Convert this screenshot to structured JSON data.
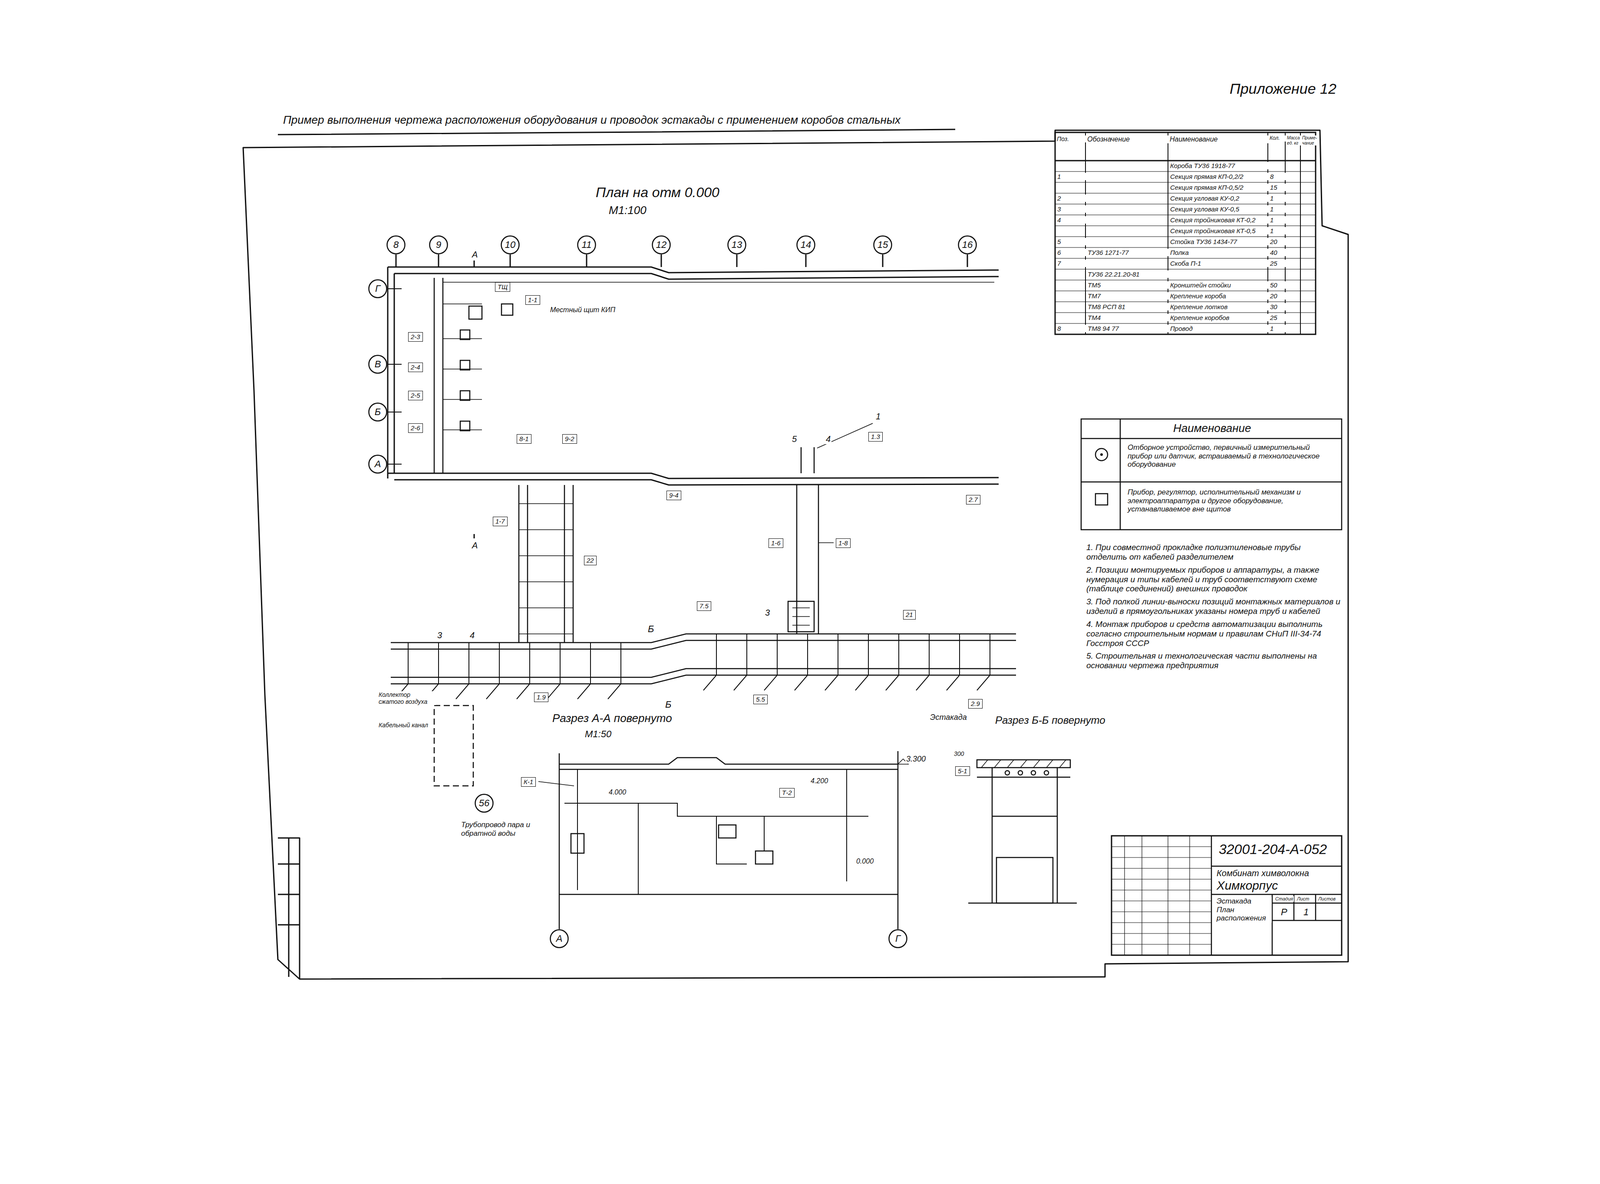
{
  "diagram": {
    "title": "Пример выполнения чертежа расположения оборудования и проводок эстакады с применением коробов стальных",
    "nodes": [
      {
        "text": [
          "8"
        ]
      },
      {
        "text": [
          "9"
        ]
      },
      {
        "text": [
          "10"
        ]
      },
      {
        "text": [
          "11"
        ]
      },
      {
        "text": [
          "12"
        ]
      },
      {
        "text": [
          "13"
        ]
      },
      {
        "text": [
          "14"
        ]
      },
      {
        "text": [
          "15"
        ]
      },
      {
        "text": [
          "16"
        ]
      },
      {
        "text": [
          "Г"
        ]
      },
      {
        "text": [
          "В"
        ]
      },
      {
        "text": [
          "Б"
        ]
      },
      {
        "text": [
          "А"
        ]
      },
      {
        "text": [
          "56"
        ]
      },
      {
        "text": [
          "А"
        ]
      },
      {
        "text": [
          "Г"
        ]
      },
      {
        "text": [
          "1-1"
        ]
      },
      {
        "text": [
          "ТЩ"
        ]
      },
      {
        "text": [
          "2-3"
        ]
      },
      {
        "text": [
          "2-4"
        ]
      },
      {
        "text": [
          "2-5"
        ]
      },
      {
        "text": [
          "2-6"
        ]
      },
      {
        "text": [
          "8-1"
        ]
      },
      {
        "text": [
          "9-2"
        ]
      },
      {
        "text": [
          "1-7"
        ]
      },
      {
        "text": [
          "22"
        ]
      },
      {
        "text": [
          "9-4"
        ]
      },
      {
        "text": [
          "1-6"
        ]
      },
      {
        "text": [
          "1-8"
        ]
      },
      {
        "text": [
          "1.3"
        ]
      },
      {
        "text": [
          "2.7"
        ]
      },
      {
        "text": [
          "21"
        ]
      },
      {
        "text": [
          "7.5"
        ]
      },
      {
        "text": [
          "5.5"
        ]
      },
      {
        "text": [
          "1.9"
        ]
      },
      {
        "text": [
          "2.9"
        ]
      },
      {
        "text": [
          "К-1"
        ]
      },
      {
        "text": [
          "Т-2"
        ]
      },
      {
        "text": [
          "5-1"
        ]
      }
    ],
    "labels": [
      "Приложение 12",
      "План на отм 0.000",
      "М1:100",
      "Поз.",
      "Обозначение",
      "Наименование",
      "Кол.",
      "Масса ед. кг",
      "Приме- чание",
      "Короба ТУ36 1918-77",
      "1",
      "Секция прямая КП-0,2/2",
      "8",
      "Секция прямая КП-0,5/2",
      "15",
      "2",
      "Секция угловая КУ-0,2",
      "1",
      "3",
      "Секция угловая КУ-0,5",
      "1",
      "4",
      "Секция тройниковая КТ-0,2",
      "1",
      "Секция тройниковая КТ-0,5",
      "1",
      "5",
      "Стойка ТУ36 1434-77",
      "20",
      "6",
      "ТУ36 1271-77",
      "Полка",
      "40",
      "7",
      "Скоба П-1",
      "25",
      "ТУ36 22.21.20-81",
      "ТМ5",
      "Кронштейн стойки",
      "50",
      "ТМ7",
      "Крепление короба",
      "20",
      "ТМ8 РСП 81",
      "Крепление лотков",
      "30",
      "ТМ4",
      "Крепление коробов",
      "25",
      "8",
      "ТМ8 94 77",
      "Провод",
      "1",
      "Наименование",
      "1. При совместной прокладке полиэтиленовые трубы отделить от кабелей разделителем",
      "2. Позиции монтируемых приборов и аппаратуры, а также нумерация и типы кабелей и труб соответствуют схеме (таблице соединений) внешних проводок",
      "3. Под полкой линии-выноски позиций монтажных материалов и изделий в прямоугольниках указаны номера труб и кабелей",
      "4. Монтаж приборов и средств автоматизации выполнить согласно строительным нормам и правилам СНиП III-34-74 Госстроя СССР",
      "5. Строительная и технологическая части выполнены на основании чертежа предприятия",
      "32001-204-А-052",
      "Комбинат химволокна",
      "Химкорпус",
      "Эстакада План расположения",
      "Стадия",
      "Лист",
      "Листов",
      "Р",
      "1",
      "Местный щит КИП",
      "А",
      "А",
      "1",
      "5",
      "4",
      "3",
      "Б",
      "Б",
      "3",
      "4",
      "Коллектор сжатого воздуха",
      "Кабельный канал",
      "Разрез А-А повернуто",
      "М1:50",
      "Эстакада",
      "Разрез Б-Б повернуто",
      "Трубопровод пара и обратной воды",
      "3.300",
      "4.000",
      "4.200",
      "0.000",
      "300"
    ],
    "legend": [
      {
        "text": "Отборное устройство, первичный измерительный прибор или датчик, встраиваемый в технологическое оборудование"
      },
      {
        "text": "Прибор, регулятор, исполнительный механизм и электроаппаратура и другое оборудование, устанавливаемое вне щитов"
      }
    ]
  }
}
